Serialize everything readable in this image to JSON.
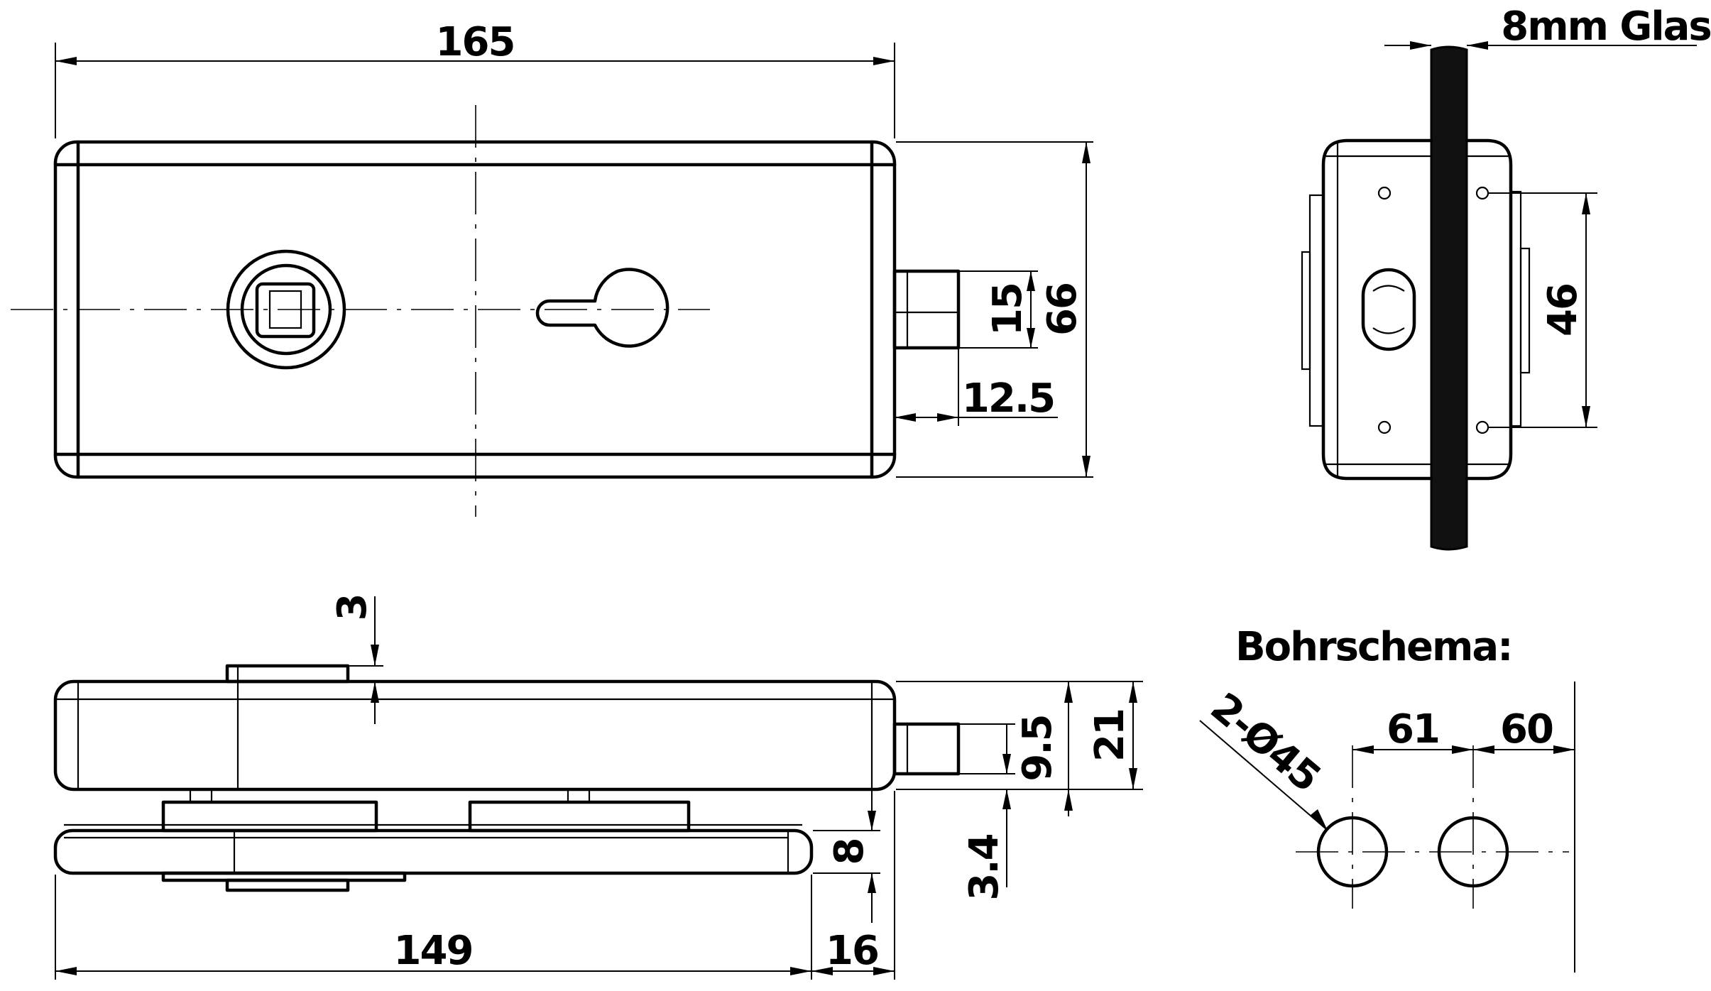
{
  "drawing": {
    "front_view": {
      "width_label": "165",
      "height_label": "66",
      "bolt_height_label": "15",
      "bolt_projection_label": "12.5"
    },
    "side_view": {
      "glass_label": "8mm Glas",
      "hole_spacing_label": "46"
    },
    "bottom_view": {
      "top_offset_label": "3",
      "bolt_offset_label": "9.5",
      "height_label": "21",
      "glass_label": "8",
      "plate_offset_label": "3.4",
      "length_label": "149",
      "end_label": "16"
    },
    "drilling_scheme": {
      "title": "Bohrschema:",
      "hole_label": "2-Ø45",
      "spacing_label": "61",
      "edge_label": "60"
    }
  }
}
